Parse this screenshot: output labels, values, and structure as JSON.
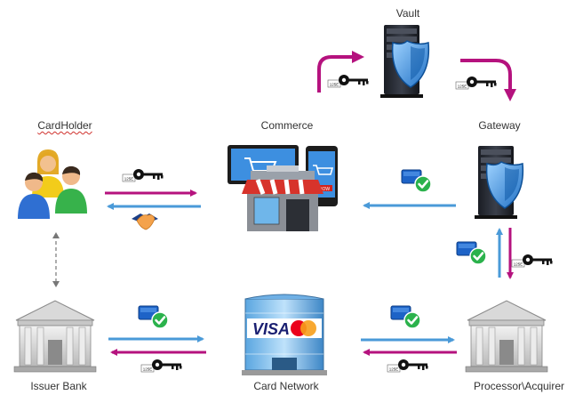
{
  "labels": {
    "vault": "Vault",
    "cardholder": "CardHolder",
    "commerce": "Commerce",
    "gateway": "Gateway",
    "issuer_bank": "Issuer Bank",
    "card_network": "Card Network",
    "processor_acquirer": "Processor\\Acquirer"
  },
  "key_tag": "125E",
  "icons": {
    "vault": "server-shield-icon",
    "gateway": "server-shield-icon",
    "cardholder": "people-group-icon",
    "commerce": "store-laptop-phone-icon",
    "issuer_bank": "bank-building-icon",
    "card_network": "visa-mastercard-building-icon",
    "processor_acquirer": "bank-building-icon",
    "token": "key-icon",
    "approval": "card-check-icon",
    "agreement": "handshake-icon"
  },
  "colors": {
    "magenta": "#b5127e",
    "blue": "#4a9ad8",
    "shield": "#2f7fd0",
    "check": "#2bb24c",
    "label": "#333333"
  }
}
